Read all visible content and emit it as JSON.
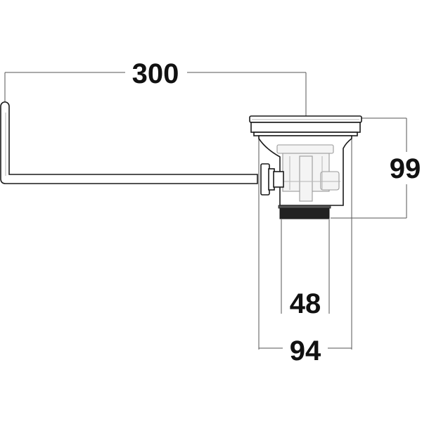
{
  "dimensions": {
    "lever_length": "300",
    "height": "99",
    "outlet_diameter": "48",
    "flange_diameter": "94"
  },
  "colors": {
    "line": "#1a1a1a",
    "dimension_line": "#555555",
    "ghost_parts": "#9a9a9a",
    "thread": "#222222",
    "text": "#111111"
  }
}
